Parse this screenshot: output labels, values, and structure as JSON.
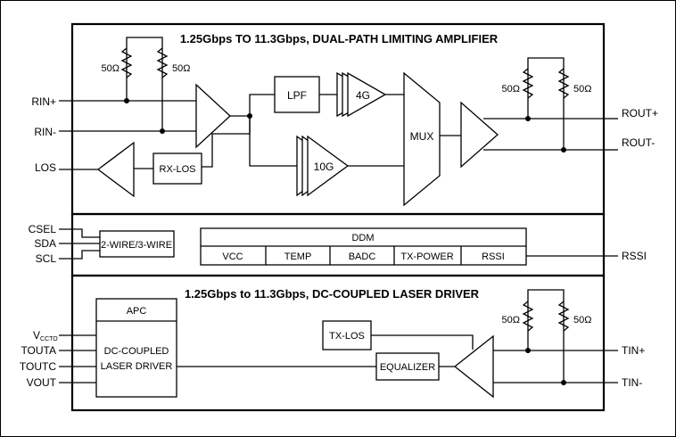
{
  "sections": {
    "top_title": "1.25Gbps TO 11.3Gbps, DUAL-PATH LIMITING AMPLIFIER",
    "bottom_title": "1.25Gbps to 11.3Gbps, DC-COUPLED LASER DRIVER"
  },
  "pins": {
    "rin_plus": "RIN+",
    "rin_minus": "RIN-",
    "los": "LOS",
    "csel": "CSEL",
    "sda": "SDA",
    "scl": "SCL",
    "vccto_main": "V",
    "vccto_sub": "CCTO",
    "touta": "TOUTA",
    "toutc": "TOUTC",
    "vout": "VOUT",
    "rout_plus": "ROUT+",
    "rout_minus": "ROUT-",
    "rssi": "RSSI",
    "tin_plus": "TIN+",
    "tin_minus": "TIN-"
  },
  "blocks": {
    "lpf": "LPF",
    "path_4g": "4G",
    "path_10g": "10G",
    "mux": "MUX",
    "rx_los": "RX-LOS",
    "wire_if": "2-WIRE/3-WIRE",
    "ddm": "DDM",
    "apc": "APC",
    "ld_line1": "DC-COUPLED",
    "ld_line2": "LASER DRIVER",
    "tx_los": "TX-LOS",
    "equalizer": "EQUALIZER"
  },
  "ddm_cells": [
    "VCC",
    "TEMP",
    "BADC",
    "TX-POWER",
    "RSSI"
  ],
  "resistors": {
    "value": "50Ω"
  }
}
